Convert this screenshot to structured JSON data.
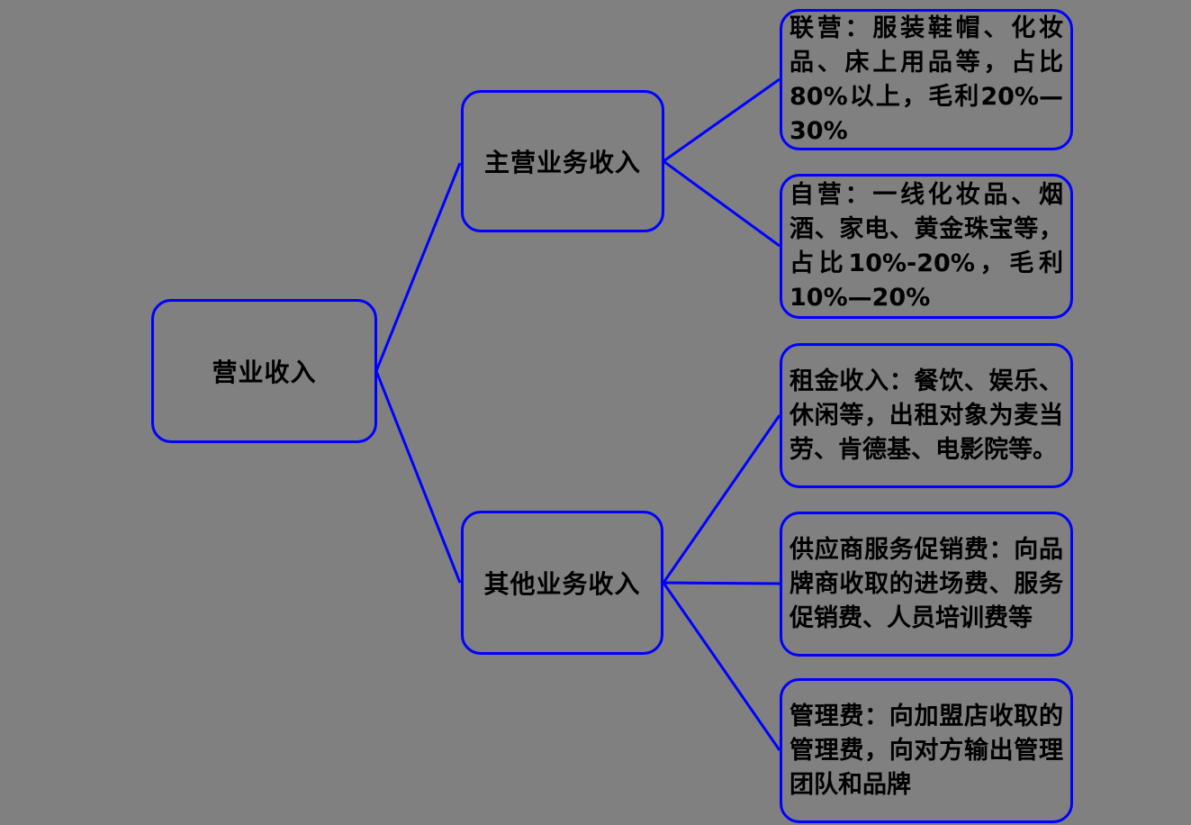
{
  "colors": {
    "background": "#808080",
    "box_border": "#0000ff",
    "connector": "#0000ff",
    "text": "#000000"
  },
  "diagram": {
    "root": {
      "label": "营业收入"
    },
    "level2": [
      {
        "label": "主营业务收入"
      },
      {
        "label": "其他业务收入"
      }
    ],
    "leaves": [
      {
        "text": "联营：服装鞋帽、化妆品、床上用品等，占比80%以上，毛利20%—30%"
      },
      {
        "text": "自营：一线化妆品、烟酒、家电、黄金珠宝等，占比10%-20%，毛利10%—20%"
      },
      {
        "text": "租金收入：餐饮、娱乐、休闲等，出租对象为麦当劳、肯德基、电影院等。"
      },
      {
        "text": "供应商服务促销费：向品牌商收取的进场费、服务促销费、人员培训费等"
      },
      {
        "text": "管理费：向加盟店收取的管理费，向对方输出管理团队和品牌"
      }
    ],
    "edges": [
      {
        "from": "营业收入",
        "to": "主营业务收入"
      },
      {
        "from": "营业收入",
        "to": "其他业务收入"
      },
      {
        "from": "主营业务收入",
        "to": "联营"
      },
      {
        "from": "主营业务收入",
        "to": "自营"
      },
      {
        "from": "其他业务收入",
        "to": "租金收入"
      },
      {
        "from": "其他业务收入",
        "to": "供应商服务促销费"
      },
      {
        "from": "其他业务收入",
        "to": "管理费"
      }
    ]
  }
}
